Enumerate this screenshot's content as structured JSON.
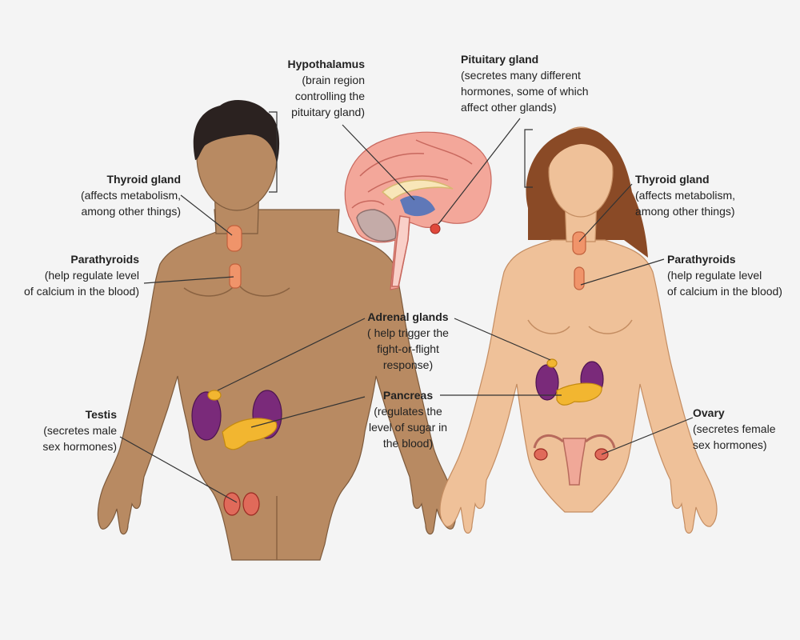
{
  "colors": {
    "skin_male": "#b88a62",
    "skin_female": "#efc199",
    "hair_male": "#2b2220",
    "hair_female": "#8a4a26",
    "kidney": "#7a2a7a",
    "pancreas": "#f2b630",
    "thyroid": "#f0946a",
    "brain": "#f3a79a",
    "pituitary": "#5f78b8",
    "line": "#333333"
  },
  "labels": {
    "hypothalamus": {
      "title": "Hypothalamus",
      "desc": [
        "(brain region",
        "controlling the",
        "pituitary gland)"
      ]
    },
    "pituitary": {
      "title": "Pituitary gland",
      "desc": [
        "(secretes many different",
        "hormones, some of which",
        "affect other glands)"
      ]
    },
    "thyroid_left": {
      "title": "Thyroid gland",
      "desc": [
        "(affects metabolism,",
        "among other things)"
      ]
    },
    "thyroid_right": {
      "title": "Thyroid gland",
      "desc": [
        "(affects metabolism,",
        "among other things)"
      ]
    },
    "parathyroid_left": {
      "title": "Parathyroids",
      "desc": [
        "(help regulate level",
        "of calcium in the blood)"
      ]
    },
    "parathyroid_right": {
      "title": "Parathyroids",
      "desc": [
        "(help regulate level",
        "of calcium in the blood)"
      ]
    },
    "adrenal": {
      "title": "Adrenal glands",
      "desc": [
        "( help trigger the",
        "fight-or-flight",
        "response)"
      ]
    },
    "pancreas": {
      "title": "Pancreas",
      "desc": [
        "(regulates the",
        "level of sugar in",
        "the blood)"
      ]
    },
    "testis": {
      "title": "Testis",
      "desc": [
        "(secretes male",
        "sex hormones)"
      ]
    },
    "ovary": {
      "title": "Ovary",
      "desc": [
        "(secretes female",
        "sex hormones)"
      ]
    }
  }
}
